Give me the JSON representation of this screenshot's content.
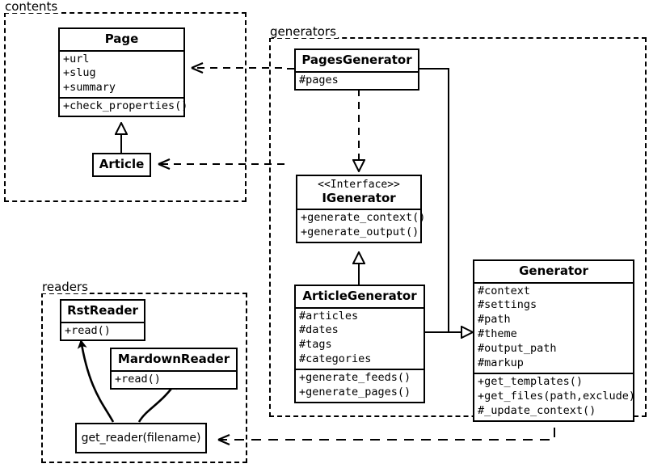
{
  "diagram": {
    "type": "uml-class-diagram",
    "packages": [
      {
        "id": "contents",
        "label": "contents"
      },
      {
        "id": "generators",
        "label": "generators"
      },
      {
        "id": "readers",
        "label": "readers"
      }
    ]
  },
  "classes": {
    "page": {
      "name": "Page",
      "attributes": [
        "+url",
        "+slug",
        "+summary"
      ],
      "methods": [
        "+check_properties()"
      ]
    },
    "article": {
      "name": "Article",
      "attributes": [],
      "methods": []
    },
    "pages_generator": {
      "name": "PagesGenerator",
      "attributes": [
        "#pages"
      ],
      "methods": []
    },
    "igenerator": {
      "stereotype": "<<Interface>>",
      "name": "IGenerator",
      "attributes": [],
      "methods": [
        "+generate_context()",
        "+generate_output()"
      ]
    },
    "article_generator": {
      "name": "ArticleGenerator",
      "attributes": [
        "#articles",
        "#dates",
        "#tags",
        "#categories"
      ],
      "methods": [
        "+generate_feeds()",
        "+generate_pages()"
      ]
    },
    "generator": {
      "name": "Generator",
      "attributes": [
        "#context",
        "#settings",
        "#path",
        "#theme",
        "#output_path",
        "#markup"
      ],
      "methods": [
        "+get_templates()",
        "+get_files(path,exclude)",
        "#_update_context()"
      ]
    },
    "rst_reader": {
      "name": "RstReader",
      "attributes": [],
      "methods": [
        "+read()"
      ]
    },
    "mardown_reader": {
      "name": "MardownReader",
      "attributes": [],
      "methods": [
        "+read()"
      ]
    },
    "get_reader": {
      "name": "get_reader(filename)"
    }
  },
  "relationships": [
    {
      "from": "Article",
      "to": "Page",
      "type": "generalization"
    },
    {
      "from": "PagesGenerator",
      "to": "IGenerator",
      "type": "realization"
    },
    {
      "from": "ArticleGenerator",
      "to": "IGenerator",
      "type": "generalization"
    },
    {
      "from": "PagesGenerator",
      "to": "Generator",
      "type": "generalization"
    },
    {
      "from": "ArticleGenerator",
      "to": "Generator",
      "type": "generalization"
    },
    {
      "from": "PagesGenerator",
      "to": "Page",
      "type": "dependency"
    },
    {
      "from": "ArticleGenerator",
      "to": "Article",
      "type": "dependency"
    },
    {
      "from": "Generator",
      "to": "get_reader(filename)",
      "type": "dependency"
    },
    {
      "from": "get_reader(filename)",
      "to": "RstReader",
      "type": "dependency"
    },
    {
      "from": "get_reader(filename)",
      "to": "MardownReader",
      "type": "dependency"
    }
  ],
  "colors": {
    "stroke": "#000000",
    "background": "#ffffff"
  }
}
